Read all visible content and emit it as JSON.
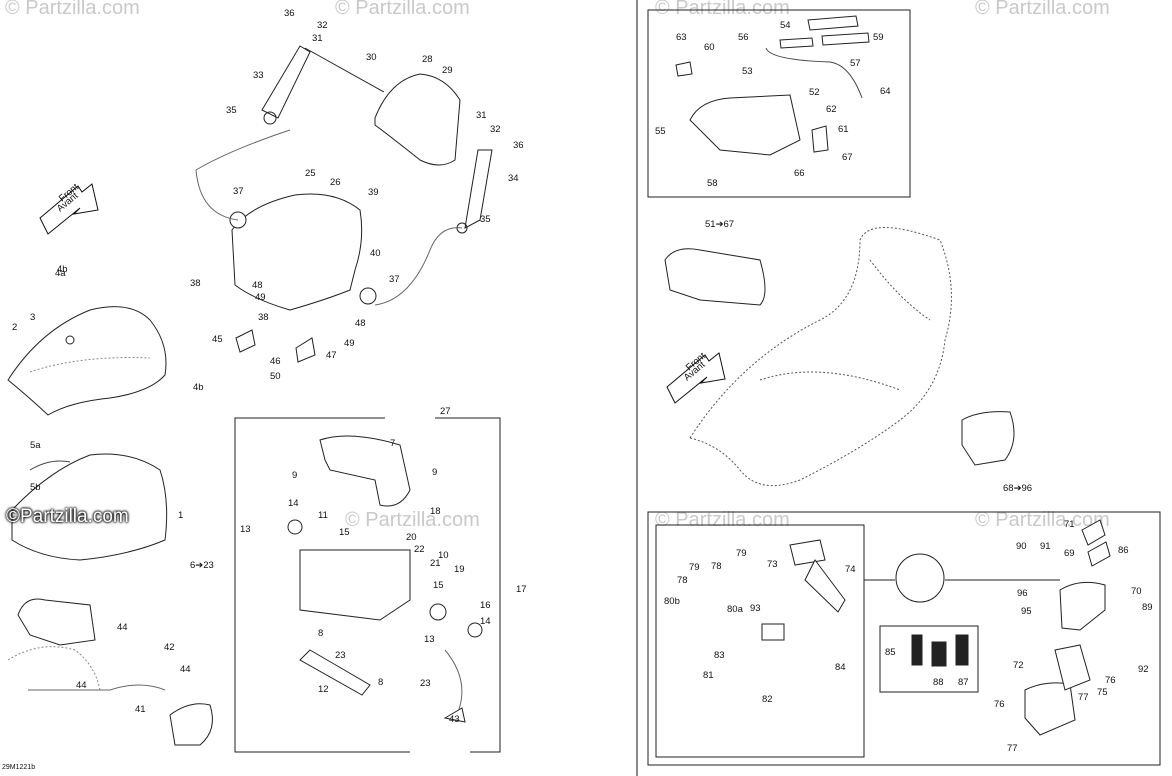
{
  "watermark": "© Partzilla.com",
  "logo_text": "©Partzilla.com",
  "diagram_code": "29M1221b",
  "direction_labels": [
    "Front",
    "Avant"
  ],
  "callouts_left": [
    "1",
    "2",
    "3",
    "4a",
    "4b",
    "4b",
    "5a",
    "5b",
    "6➔23",
    "7",
    "8",
    "8",
    "9",
    "9",
    "10",
    "11",
    "12",
    "13",
    "13",
    "14",
    "14",
    "15",
    "15",
    "16",
    "17",
    "18",
    "19",
    "20",
    "21",
    "22",
    "23",
    "23",
    "25",
    "26",
    "27",
    "28",
    "29",
    "30",
    "31",
    "31",
    "32",
    "32",
    "33",
    "34",
    "35",
    "35",
    "36",
    "36",
    "37",
    "37",
    "38",
    "38",
    "39",
    "40",
    "41",
    "42",
    "43",
    "44",
    "44",
    "44",
    "45",
    "46",
    "47",
    "48",
    "48",
    "49",
    "49",
    "50"
  ],
  "callouts_right": [
    "51➔67",
    "52",
    "53",
    "54",
    "55",
    "56",
    "57",
    "58",
    "59",
    "60",
    "61",
    "62",
    "63",
    "64",
    "66",
    "67",
    "68➔96",
    "69",
    "70",
    "71",
    "72",
    "73",
    "74",
    "75",
    "76",
    "76",
    "77",
    "77",
    "78",
    "78",
    "79",
    "79",
    "80a",
    "80b",
    "81",
    "82",
    "83",
    "84",
    "85",
    "86",
    "87",
    "88",
    "89",
    "90",
    "91",
    "92",
    "93",
    "95",
    "96"
  ]
}
